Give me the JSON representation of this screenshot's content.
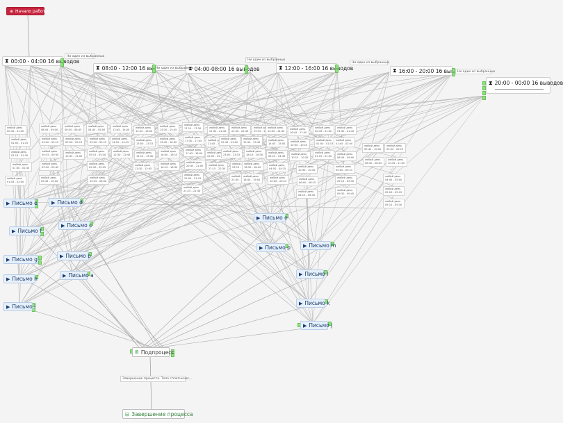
{
  "diagram": {
    "start": {
      "label": "Начало работы"
    },
    "timers": [
      {
        "label": "00:00 - 04:00 16 выводов"
      },
      {
        "label": "08:00 - 12:00 16 выводов"
      },
      {
        "label": "04:00-08:00 16 выводов"
      },
      {
        "label": "12:00 - 16:00 16 выводов"
      },
      {
        "label": "16:00 - 20:00 16 выводов"
      },
      {
        "label": "20:00 - 00:00 16 выводов"
      }
    ],
    "notes": [
      {
        "label": "Ни один из выбранных"
      },
      {
        "label": "Ни один из выбранных"
      },
      {
        "label": "Ни один из выбранных"
      },
      {
        "label": "Ни один из выбранных"
      },
      {
        "label": "Ни один из выбранных"
      }
    ],
    "conditions": [
      {
        "l1": "любой день",
        "l2": "00:45 - 01:00"
      },
      {
        "l1": "любой день",
        "l2": "01:00 - 01:15"
      },
      {
        "l1": "любой день",
        "l2": "01:15 - 01:30"
      },
      {
        "l1": "любой день",
        "l2": "01:30 - 01:45"
      },
      {
        "l1": "любой день",
        "l2": "01:45 - 02:00"
      },
      {
        "l1": "любой день",
        "l2": "08:45 - 09:00"
      },
      {
        "l1": "любой день",
        "l2": "09:00 - 09:15"
      },
      {
        "l1": "любой день",
        "l2": "09:15 - 09:30"
      },
      {
        "l1": "любой день",
        "l2": "09:30 - 09:45"
      },
      {
        "l1": "любой день",
        "l2": "09:45 - 10:00"
      },
      {
        "l1": "любой день",
        "l2": "08:30 - 08:45"
      },
      {
        "l1": "любой день",
        "l2": "09:00 - 09:15"
      },
      {
        "l1": "любой день",
        "l2": "10:45 - 11:00"
      },
      {
        "l1": "любой день",
        "l2": "04:45 - 05:00"
      },
      {
        "l1": "любой день",
        "l2": "05:00 - 05:15"
      },
      {
        "l1": "любой день",
        "l2": "05:15 - 05:30"
      },
      {
        "l1": "любой день",
        "l2": "05:30 - 05:45"
      },
      {
        "l1": "любой день",
        "l2": "05:45 - 06:00"
      },
      {
        "l1": "любой день",
        "l2": "13:45 - 14:00"
      },
      {
        "l1": "любой день",
        "l2": "14:00 - 14:15"
      },
      {
        "l1": "любой день",
        "l2": "12:30 - 12:45"
      },
      {
        "l1": "любой день",
        "l2": "12:45 - 13:00"
      },
      {
        "l1": "любой день",
        "l2": "13:00 - 13:15"
      },
      {
        "l1": "любой день",
        "l2": "13:15 - 13:30"
      },
      {
        "l1": "любой день",
        "l2": "13:30 - 13:45"
      },
      {
        "l1": "любой день",
        "l2": "15:30 - 15:45"
      },
      {
        "l1": "любой день",
        "l2": "15:45 - 16:00"
      },
      {
        "l1": "любой день",
        "l2": "16:00 - 16:15"
      },
      {
        "l1": "любой день",
        "l2": "16:15 - 16:30"
      },
      {
        "l1": "любой день",
        "l2": "17:15 - 17:30"
      },
      {
        "l1": "любой день",
        "l2": "17:30 - 17:45"
      },
      {
        "l1": "любой день",
        "l2": "17:45 - 18:00"
      },
      {
        "l1": "любой день",
        "l2": "20:45 - 21:00"
      },
      {
        "l1": "любой день",
        "l2": "21:00 - 21:15"
      },
      {
        "l1": "любой день",
        "l2": "21:15 - 21:30"
      },
      {
        "l1": "любой день",
        "l2": "21:30 - 21:45"
      },
      {
        "l1": "любой день",
        "l2": "21:45 - 22:00"
      },
      {
        "l1": "любой день",
        "l2": "22:00 - 22:15"
      },
      {
        "l1": "любой день",
        "l2": "22:15 - 22:30"
      },
      {
        "l1": "любой день",
        "l2": "22:30 - 22:45"
      },
      {
        "l1": "любой день",
        "l2": "22:45 - 23:00"
      },
      {
        "l1": "любой день",
        "l2": "23:00 - 23:15"
      },
      {
        "l1": "любой день",
        "l2": "23:15 - 23:30"
      },
      {
        "l1": "любой день",
        "l2": "23:30 - 23:45"
      },
      {
        "l1": "любой день",
        "l2": "19:15 - 19:30"
      },
      {
        "l1": "любой день",
        "l2": "19:30 - 19:45"
      },
      {
        "l1": "любой день",
        "l2": "18:15 - 18:30"
      },
      {
        "l1": "любой день",
        "l2": "18:30 - 18:45"
      },
      {
        "l1": "любой день",
        "l2": "18:45 - 19:00"
      },
      {
        "l1": "любой день",
        "l2": "14:30 - 14:45"
      },
      {
        "l1": "любой день",
        "l2": "14:45 - 15:00"
      },
      {
        "l1": "любой день",
        "l2": "04:15 - 04:30"
      },
      {
        "l1": "любой день",
        "l2": "04:00 - 04:15"
      },
      {
        "l1": "любой день",
        "l2": "20:00 - 20:15"
      },
      {
        "l1": "любой день",
        "l2": "16:45 - 17:00"
      },
      {
        "l1": "любой день",
        "l2": "10:00 - 10:15"
      },
      {
        "l1": "любой день",
        "l2": "10:15 - 10:30"
      },
      {
        "l1": "любой день",
        "l2": "10:30 - 10:45"
      },
      {
        "l1": "любой день",
        "l2": "06:00 - 06:15"
      },
      {
        "l1": "любой день",
        "l2": "06:15 - 06:30"
      }
    ],
    "letters": [
      {
        "label": "Письмо e"
      },
      {
        "label": "Письмо f"
      },
      {
        "label": "Письмо g"
      },
      {
        "label": "Письмо h"
      },
      {
        "label": "Письмо i"
      },
      {
        "label": "Письмо d"
      },
      {
        "label": "Письмо c"
      },
      {
        "label": "Письмо b"
      },
      {
        "label": "Письмо a"
      },
      {
        "label": "Письмо o"
      },
      {
        "label": "Письмо p"
      },
      {
        "label": "Письмо m"
      },
      {
        "label": "Письмо l"
      },
      {
        "label": "Письмо k"
      },
      {
        "label": "Письмо j"
      }
    ],
    "subprocess": {
      "label": "Подпроцесс"
    },
    "subnote": {
      "label": "Завершение процесса. Тело сплетничес..."
    },
    "end": {
      "label": "Завершение процесса"
    }
  }
}
